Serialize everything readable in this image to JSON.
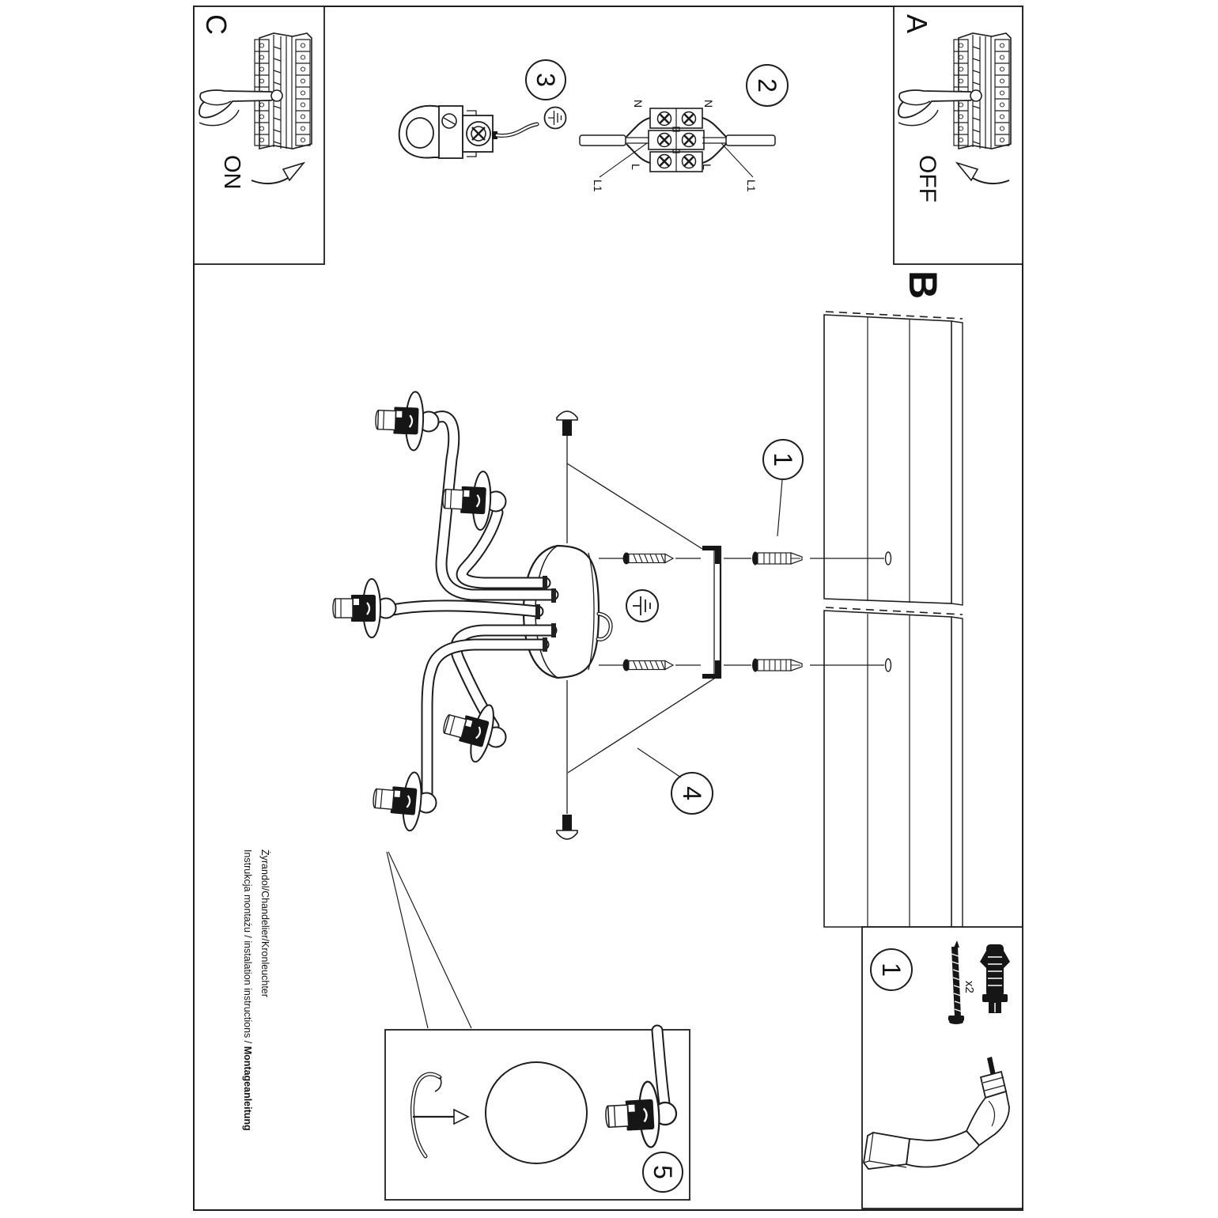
{
  "steps": {
    "a": "A",
    "b": "B",
    "c": "C"
  },
  "switch": {
    "on": "ON",
    "off": "OFF"
  },
  "callouts": {
    "n1_main": "1",
    "n2": "2",
    "n3": "3",
    "n4": "4",
    "n5": "5",
    "n1_kit": "1"
  },
  "wiring": {
    "n_left": "N",
    "n_right": "N",
    "l_left": "L",
    "l_right": "L",
    "l1_left": "L1",
    "l1_right": "L1"
  },
  "kit": {
    "quantity": "x2"
  },
  "footer": {
    "line1_regular": "Instrukcja montażu / instalation instructions / ",
    "line1_bold": "Montageanleitung",
    "line2": "Żyrandol/Chandelier/Kronleuchter"
  },
  "colors": {
    "ink": "#1d1d1d",
    "paper": "#ffffff"
  }
}
